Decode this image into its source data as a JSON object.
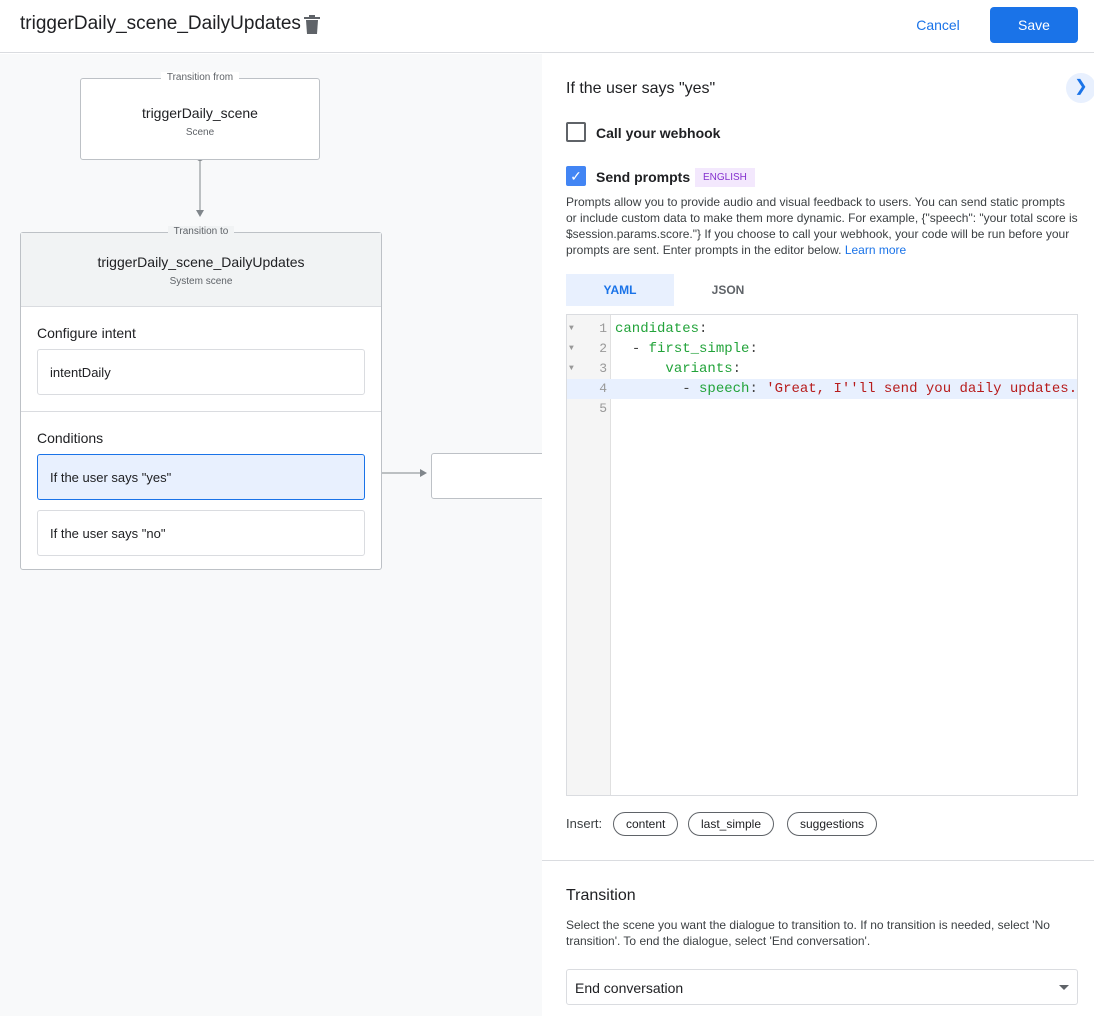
{
  "header": {
    "title": "triggerDaily_scene_DailyUpdates",
    "cancel_label": "Cancel",
    "save_label": "Save",
    "delete_icon": "trash-icon"
  },
  "canvas": {
    "from": {
      "label": "Transition from",
      "title": "triggerDaily_scene",
      "subtitle": "Scene"
    },
    "to": {
      "label": "Transition to",
      "title": "triggerDaily_scene_DailyUpdates",
      "subtitle": "System scene",
      "configure_intent_label": "Configure intent",
      "intent": "intentDaily",
      "conditions_label": "Conditions",
      "conditions": [
        "If the user says \"yes\"",
        "If the user says \"no\""
      ]
    }
  },
  "panel": {
    "heading": "If the user says \"yes\"",
    "webhook": {
      "label": "Call your webhook",
      "checked": false
    },
    "prompts": {
      "label": "Send prompts",
      "checked": true,
      "badge": "ENGLISH",
      "description": "Prompts allow you to provide audio and visual feedback to users. You can send static prompts or include custom data to make them more dynamic. For example, {\"speech\": \"your total score is $session.params.score.\"} If you choose to call your webhook, your code will be run before your prompts are sent. Enter prompts in the editor below.",
      "learn_more": "Learn more"
    },
    "tabs": [
      "YAML",
      "JSON"
    ],
    "active_tab": "YAML",
    "editor": {
      "lines": [
        {
          "n": "1",
          "indent": "",
          "dash": "",
          "key": "candidates",
          "val": ""
        },
        {
          "n": "2",
          "indent": "  ",
          "dash": "- ",
          "key": "first_simple",
          "val": ""
        },
        {
          "n": "3",
          "indent": "      ",
          "dash": "",
          "key": "variants",
          "val": ""
        },
        {
          "n": "4",
          "indent": "        ",
          "dash": "- ",
          "key": "speech",
          "val": " 'Great, I''ll send you daily updates."
        },
        {
          "n": "5",
          "indent": "",
          "dash": "",
          "key": "",
          "val": ""
        }
      ]
    },
    "insert_label": "Insert:",
    "chips": [
      "content",
      "last_simple",
      "suggestions"
    ],
    "transition": {
      "title": "Transition",
      "description": "Select the scene you want the dialogue to transition to. If no transition is needed, select 'No transition'. To end the dialogue, select 'End conversation'.",
      "selected": "End conversation"
    }
  }
}
